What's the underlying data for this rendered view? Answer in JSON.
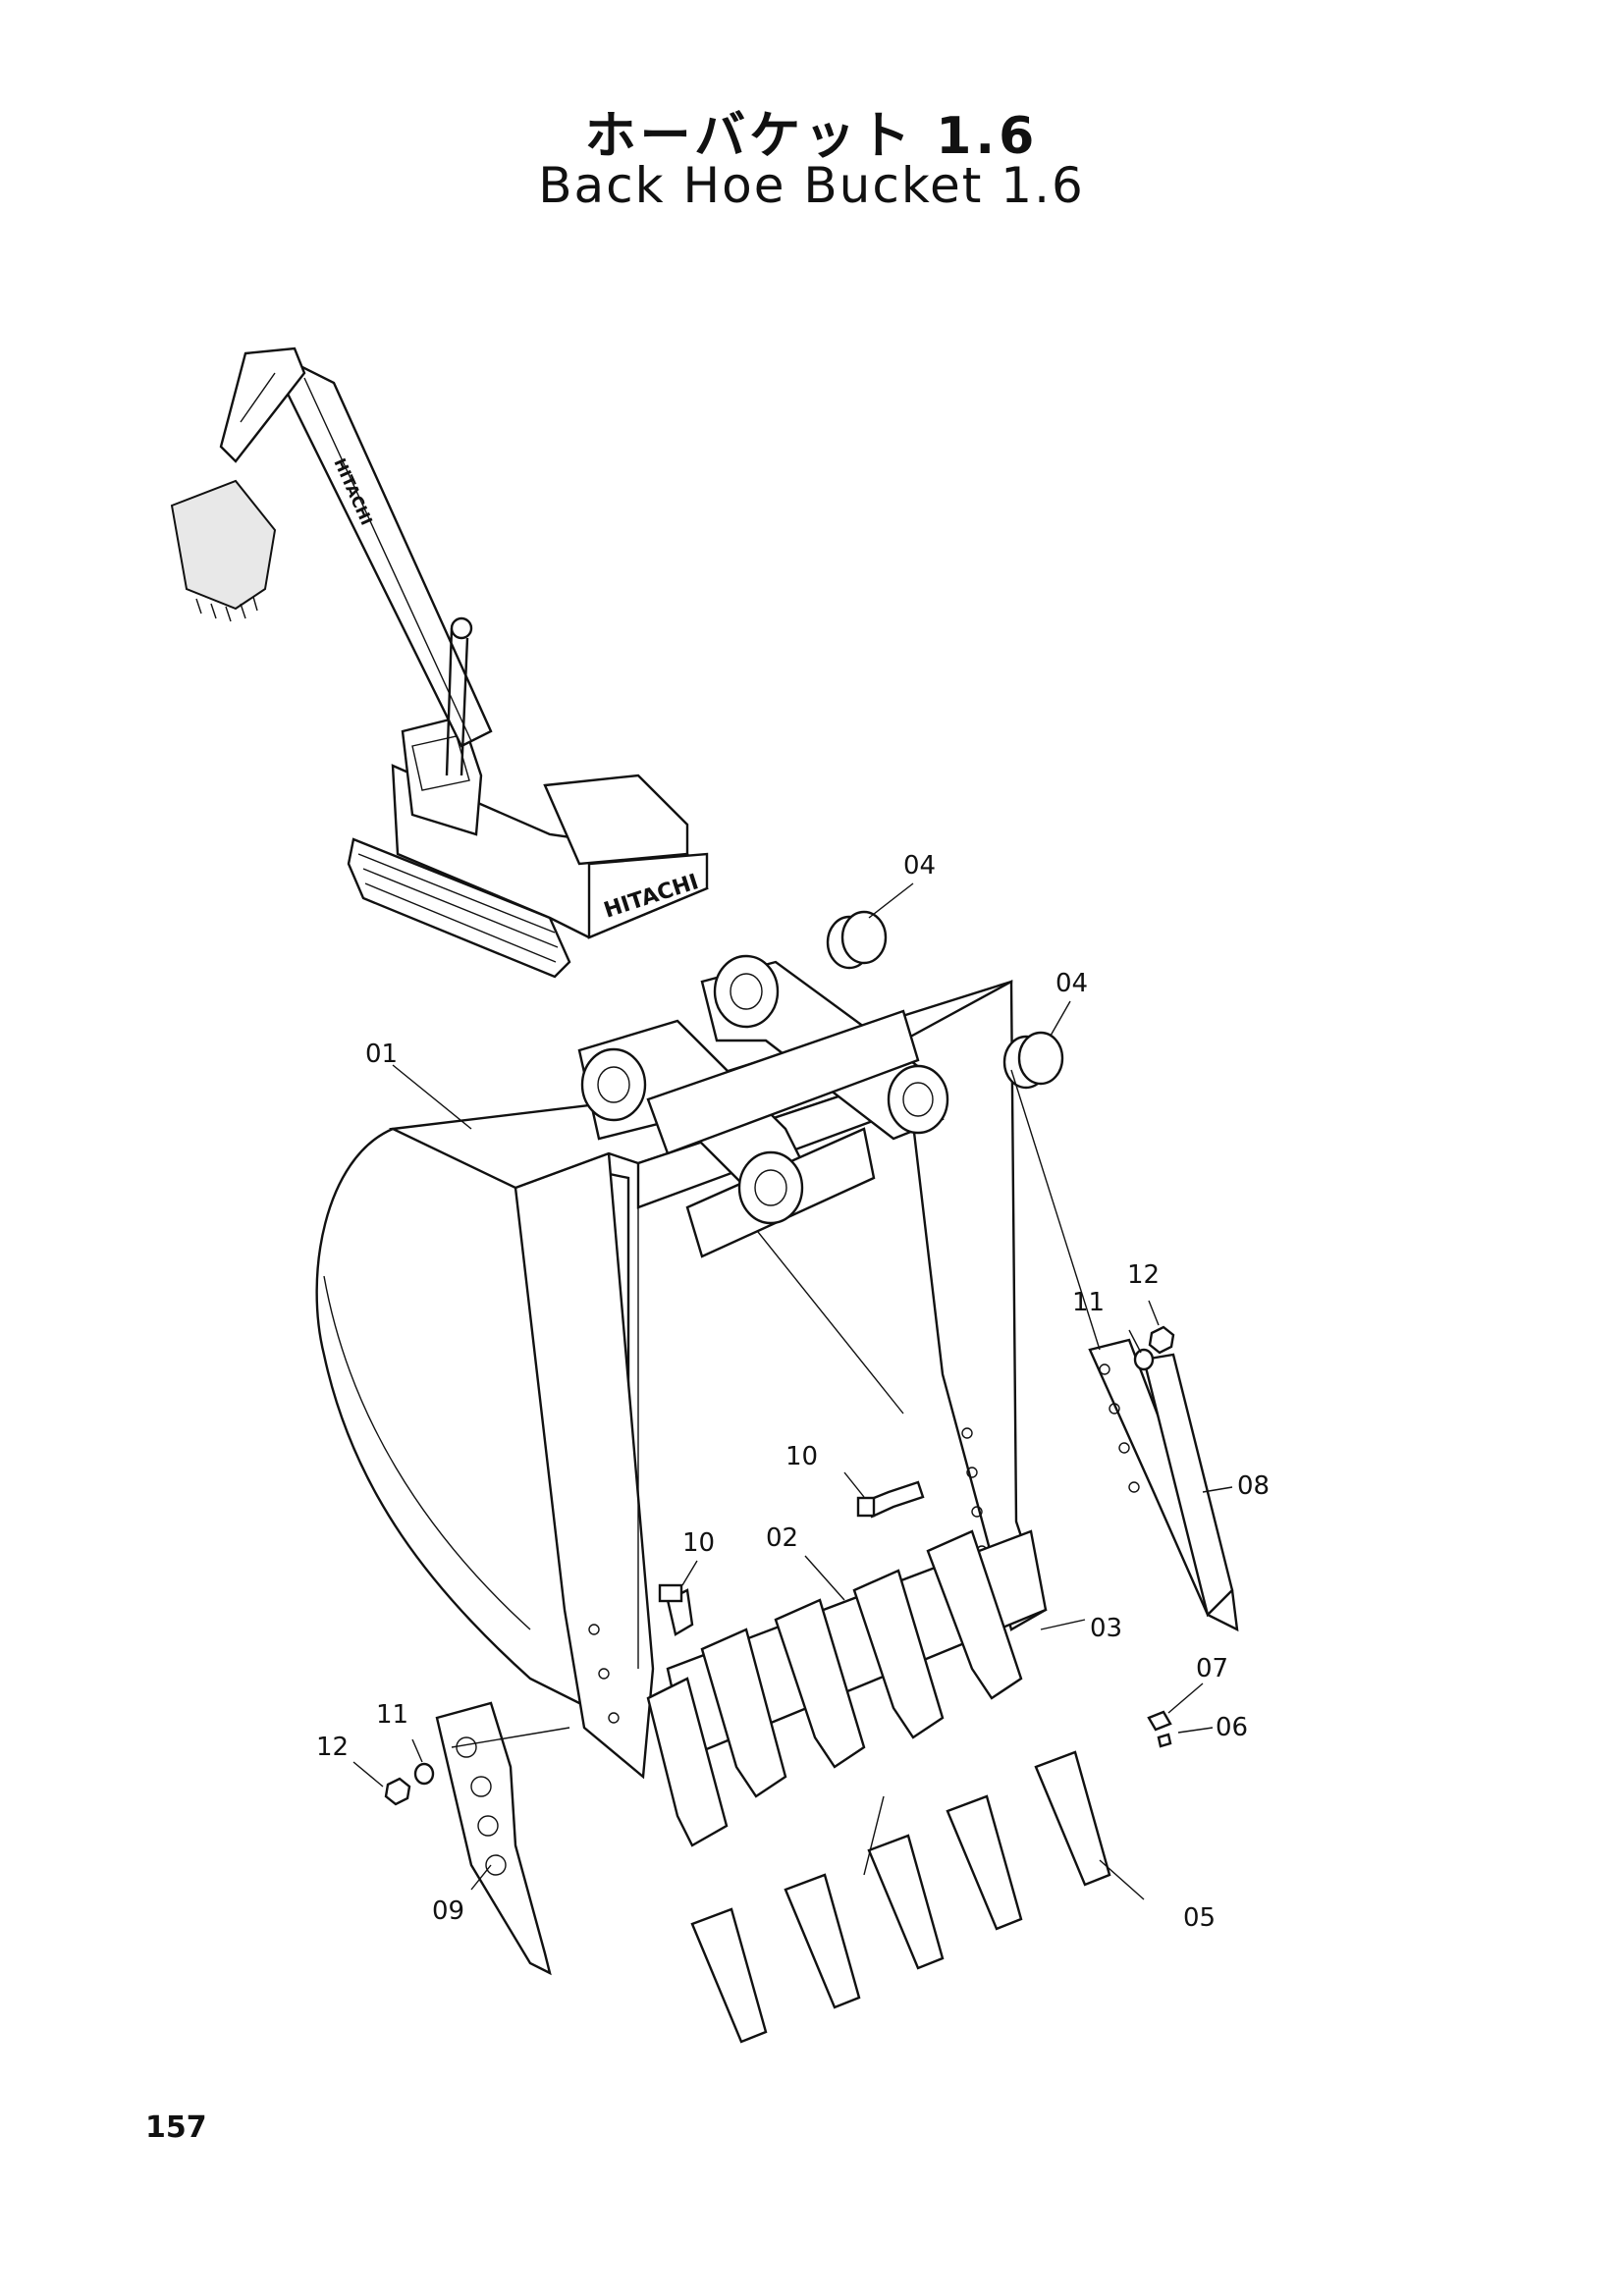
{
  "title_ja": "ホーバケット 1.6",
  "title_en": "Back Hoe Bucket 1.6",
  "page_number": "157",
  "machine_brand": "HITACHI",
  "callouts": {
    "c01": "01",
    "c02": "02",
    "c03": "03",
    "c04a": "04",
    "c04b": "04",
    "c05": "05",
    "c06": "06",
    "c07": "07",
    "c08": "08",
    "c09": "09",
    "c10a": "10",
    "c10b": "10",
    "c11a": "11",
    "c11b": "11",
    "c12a": "12",
    "c12b": "12"
  }
}
